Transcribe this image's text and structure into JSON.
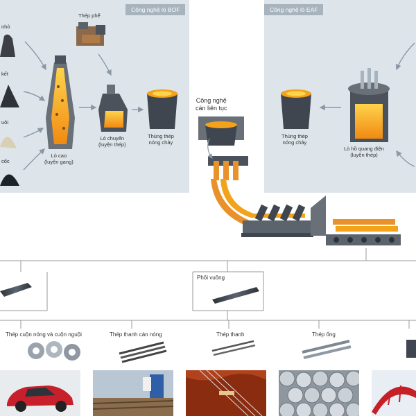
{
  "bof": {
    "title": "Công nghệ lò BOF",
    "inputs": [
      "nhỏ",
      "kết",
      "uôi",
      "cốc"
    ],
    "scrap_label": "Thép phế",
    "blast_furnace": "Lò cao\n(luyện gang)",
    "converter": "Lò chuyển\n(luyện thép)",
    "ladle": "Thùng thép\nnóng chảy"
  },
  "eaf": {
    "title": "Công nghệ lò EAF",
    "ladle": "Thùng thép\nnóng chảy",
    "furnace": "Lò hồ quang điện\n(luyện thép)"
  },
  "caster": {
    "label": "Công nghệ\ncán liên tục"
  },
  "products": {
    "billet_label": "Phôi vuông",
    "coil_label": "Thép cuộn nóng và cuộn nguội",
    "items": [
      {
        "label": "Thép thanh cán nóng"
      },
      {
        "label": "Thép thanh"
      },
      {
        "label": "Thép ống"
      }
    ]
  },
  "colors": {
    "panel": "#dde4ea",
    "panel_title": "#a7b3bd",
    "molten": "#f2a21b",
    "steel_dark": "#3f4650",
    "arrow": "#8b98a5"
  }
}
